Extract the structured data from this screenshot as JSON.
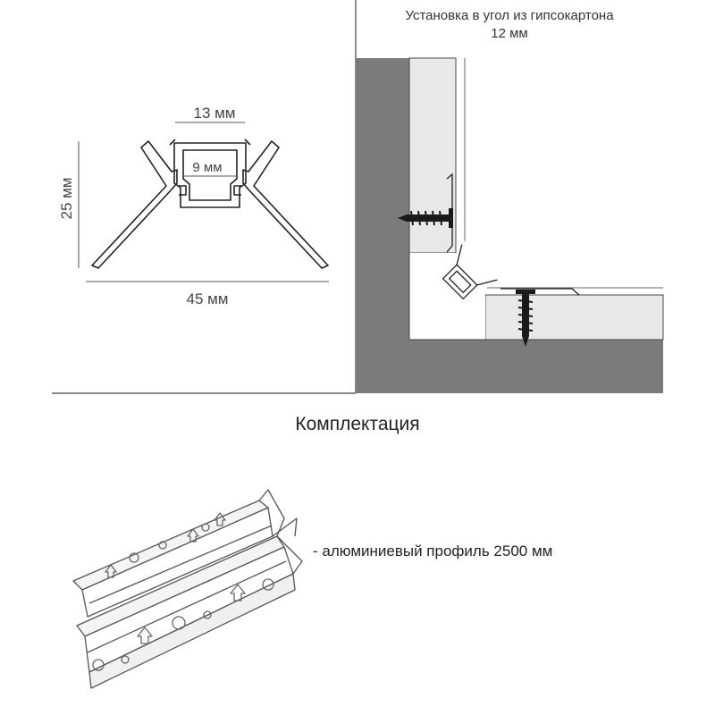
{
  "profile_drawing": {
    "width_label": "45 мм",
    "height_label": "25 мм",
    "channel_outer_label": "13 мм",
    "channel_inner_label": "9 мм"
  },
  "installation": {
    "title_line1": "Установка в угол из гипсокартона",
    "title_line2": "12 мм"
  },
  "kit": {
    "title": "Комплектация",
    "items": [
      "- алюминиевый профиль 2500 мм"
    ]
  },
  "colors": {
    "wall_gray": "#7b7b7b",
    "drywall_light": "#e8e8e8",
    "line_dark": "#222222",
    "screw_black": "#1a1a1a"
  }
}
